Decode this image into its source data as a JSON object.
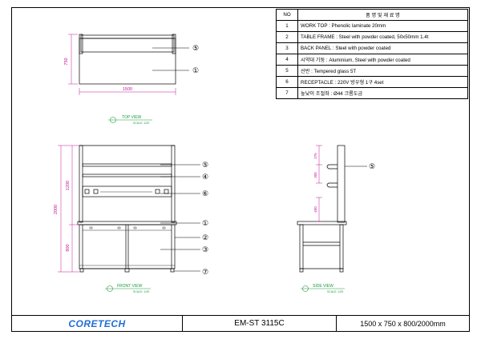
{
  "parts_table": {
    "header_no": "NO",
    "header_desc": "품 명  및  재 료 명",
    "rows": [
      {
        "no": "1",
        "desc": "WORK TOP : Phenolic laminate 20mm"
      },
      {
        "no": "2",
        "desc": "TABLE FRAME : Steel with powder coated, 50x50mm 1.4t"
      },
      {
        "no": "3",
        "desc": "BACK PANEL : Steel with powder coated"
      },
      {
        "no": "4",
        "desc": "시약대 기둥 : Aluminium, Steel with powder coated"
      },
      {
        "no": "5",
        "desc": "선반 : Tempered glass 5T"
      },
      {
        "no": "6",
        "desc": "RECEPTACLE : 220V 방우형 1구 4set"
      },
      {
        "no": "7",
        "desc": "높낮이 조절좌 : Ø44 크롬도금"
      }
    ]
  },
  "top_view": {
    "dim_depth": "750",
    "dim_width": "1500",
    "callout_5": "⑤",
    "callout_1": "①",
    "caption": "TOP VIEW",
    "scale": "SCALE: 1/20"
  },
  "front_view": {
    "dim_total": "2000",
    "dim_upper": "1200",
    "dim_lower": "800",
    "callouts": [
      "⑤",
      "④",
      "⑥",
      "①",
      "②",
      "③",
      "⑦"
    ],
    "caption": "FRONT VIEW",
    "scale": "SCALE: 1/20"
  },
  "side_view": {
    "dim_a": "275",
    "dim_b": "305",
    "dim_c": "400",
    "callout_5": "⑤",
    "caption": "SIDE VIEW",
    "scale": "SCALE: 1/20"
  },
  "title_block": {
    "logo": "CORETECH",
    "model": "EM-ST 3115C",
    "dimensions": "1500 x 750 x 800/2000mm"
  },
  "colors": {
    "dimension": "#c0189a",
    "caption": "#1a9a3a",
    "logo": "#1f6fd6"
  }
}
